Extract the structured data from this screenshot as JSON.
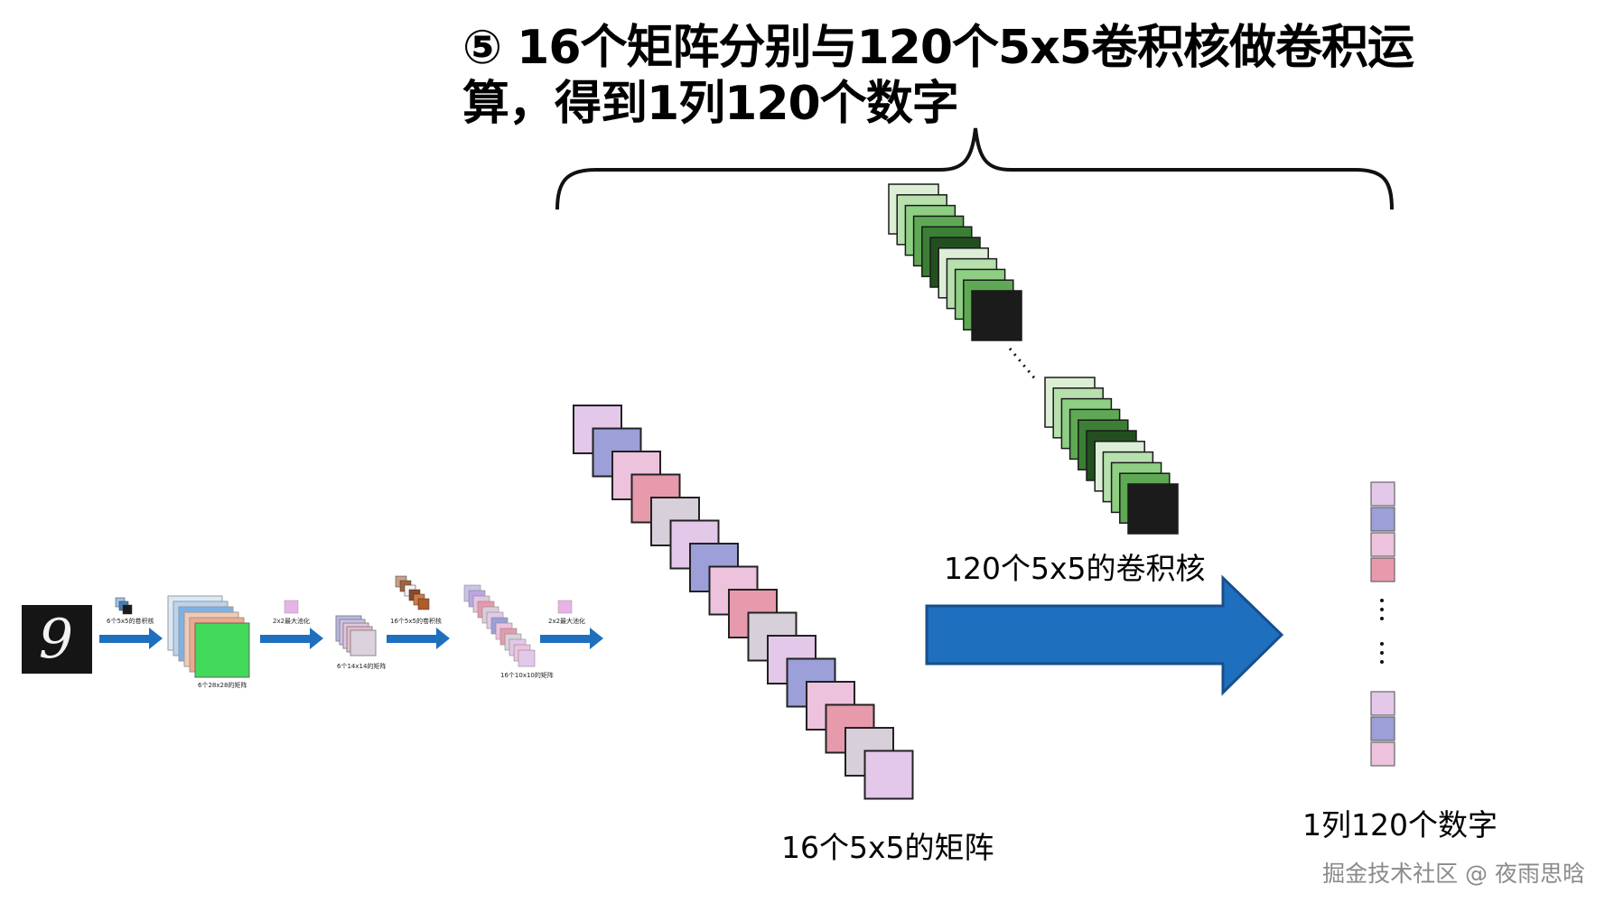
{
  "title": "⑤ 16个矩阵分别与120个5x5卷积核做卷积运算，得到1列120个数字",
  "labels": {
    "kernels": "120个5x5的卷积核",
    "matrices": "16个5x5的矩阵",
    "output": "1列120个数字"
  },
  "pipeline": {
    "step1": "6个5x5的卷积核",
    "step2": "6个28x28的矩阵",
    "step3": "2x2最大池化",
    "step4": "6个14x14的矩阵",
    "step5": "16个5x5的卷积核",
    "step6": "16个10x10的矩阵",
    "step7": "2x2最大池化"
  },
  "watermark": "掘金技术社区 @ 夜雨思晗",
  "colors": {
    "arrow_blue": "#1f6fbf",
    "arrow_border": "#174f8a",
    "matrix_cycle": [
      "#e3c8ea",
      "#9c9fd8",
      "#ecc2dc",
      "#e79aac",
      "#d7cfd9"
    ],
    "kernel_cycle": [
      "#dcefd6",
      "#b7e0ad",
      "#8fcf84",
      "#5fa955",
      "#3b7f35",
      "#234f20",
      "#1b1b1b"
    ],
    "output_cells": [
      "#e3c8ea",
      "#9c9fd8",
      "#ecc2dc",
      "#e79aac",
      "#e3c8ea",
      "#9c9fd8",
      "#ecc2dc"
    ]
  }
}
